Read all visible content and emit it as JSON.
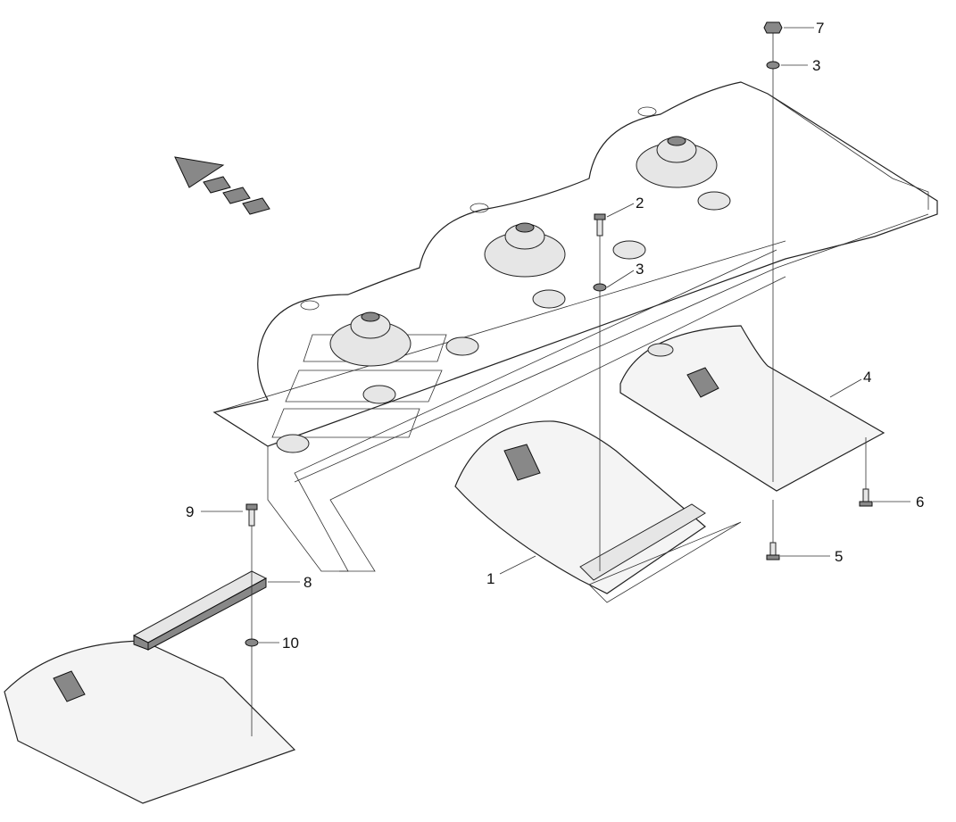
{
  "diagram": {
    "title": "Skid plate assembly exploded view",
    "callouts": [
      {
        "id": "c7",
        "text": "7"
      },
      {
        "id": "c3a",
        "text": "3"
      },
      {
        "id": "c2",
        "text": "2"
      },
      {
        "id": "c3b",
        "text": "3"
      },
      {
        "id": "c4",
        "text": "4"
      },
      {
        "id": "c6",
        "text": "6"
      },
      {
        "id": "c5",
        "text": "5"
      },
      {
        "id": "c1",
        "text": "1"
      },
      {
        "id": "c8",
        "text": "8"
      },
      {
        "id": "c9",
        "text": "9"
      },
      {
        "id": "c10",
        "text": "10"
      }
    ]
  }
}
